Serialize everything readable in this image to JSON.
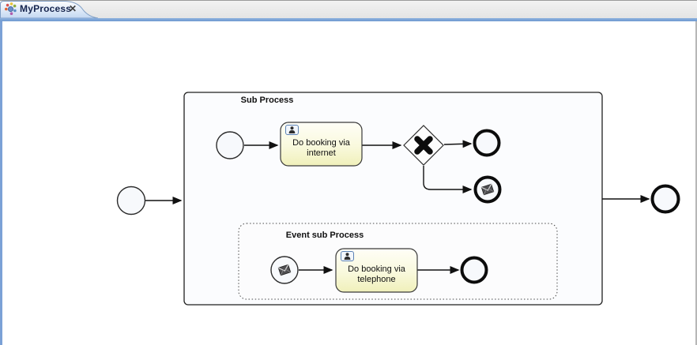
{
  "tab": {
    "title": "MyProcess",
    "close": "✕"
  },
  "diagram": {
    "subprocess": {
      "label": "Sub Process"
    },
    "event_subprocess": {
      "label": "Event sub Process"
    },
    "tasks": {
      "internet": {
        "label": "Do booking via internet",
        "type": "user-task"
      },
      "telephone": {
        "label": "Do booking via telephone",
        "type": "user-task"
      }
    },
    "elements": [
      {
        "type": "start-event",
        "container": "process"
      },
      {
        "type": "subprocess",
        "label": "Sub Process"
      },
      {
        "type": "start-event",
        "container": "subprocess"
      },
      {
        "type": "user-task",
        "label": "Do booking via internet"
      },
      {
        "type": "exclusive-gateway",
        "marker": "X"
      },
      {
        "type": "end-event",
        "container": "subprocess"
      },
      {
        "type": "end-event",
        "marker": "event-trigger",
        "container": "subprocess"
      },
      {
        "type": "event-subprocess",
        "label": "Event sub Process",
        "border": "dotted"
      },
      {
        "type": "start-event",
        "marker": "event-trigger",
        "container": "event-subprocess"
      },
      {
        "type": "user-task",
        "label": "Do booking via telephone"
      },
      {
        "type": "end-event",
        "container": "event-subprocess"
      },
      {
        "type": "end-event",
        "container": "process"
      }
    ],
    "colors": {
      "accent_blue": "#7ba1d6",
      "task_fill_top": "#fffef5",
      "task_fill_bottom": "#f1f1bd",
      "event_fill": "#f7f9fc",
      "selected_tab_fill": "#c3d8f2"
    }
  }
}
